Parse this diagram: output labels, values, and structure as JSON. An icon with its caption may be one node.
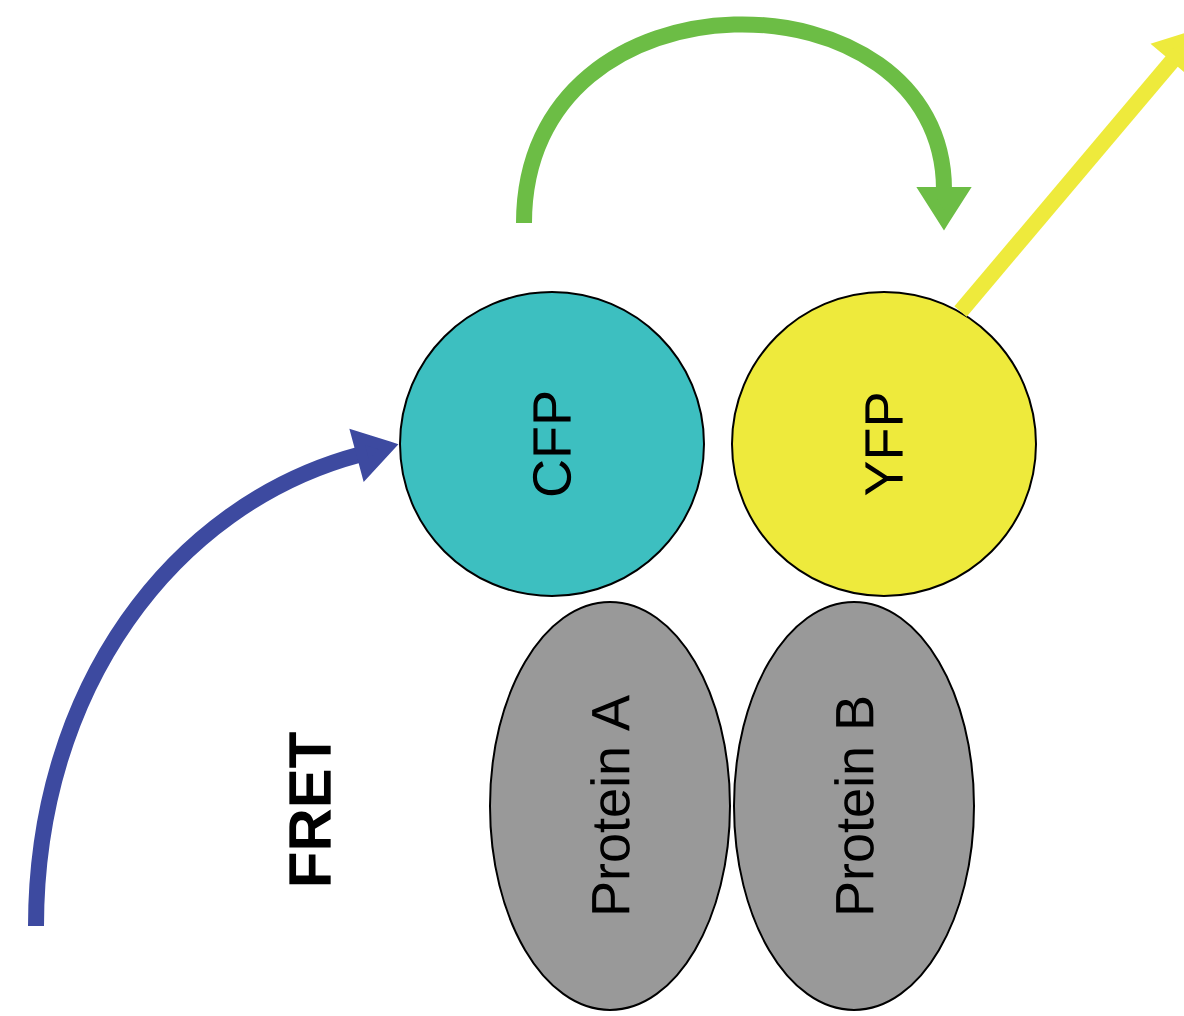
{
  "diagram": {
    "nodes": [
      {
        "text": [
          "CFP"
        ]
      },
      {
        "text": [
          "YFP"
        ]
      },
      {
        "text": [
          "Protein A"
        ]
      },
      {
        "text": [
          "Protein B"
        ]
      }
    ],
    "edges": [
      {
        "from": null,
        "to": 0,
        "arrow": "to",
        "color": "#3d4aa0"
      },
      {
        "from": 0,
        "to": 1,
        "arrow": "to",
        "color": "#6cbd45"
      },
      {
        "from": 1,
        "to": null,
        "arrow": "to",
        "color": "#eeea3c"
      }
    ],
    "labels": [
      "FRET"
    ]
  }
}
